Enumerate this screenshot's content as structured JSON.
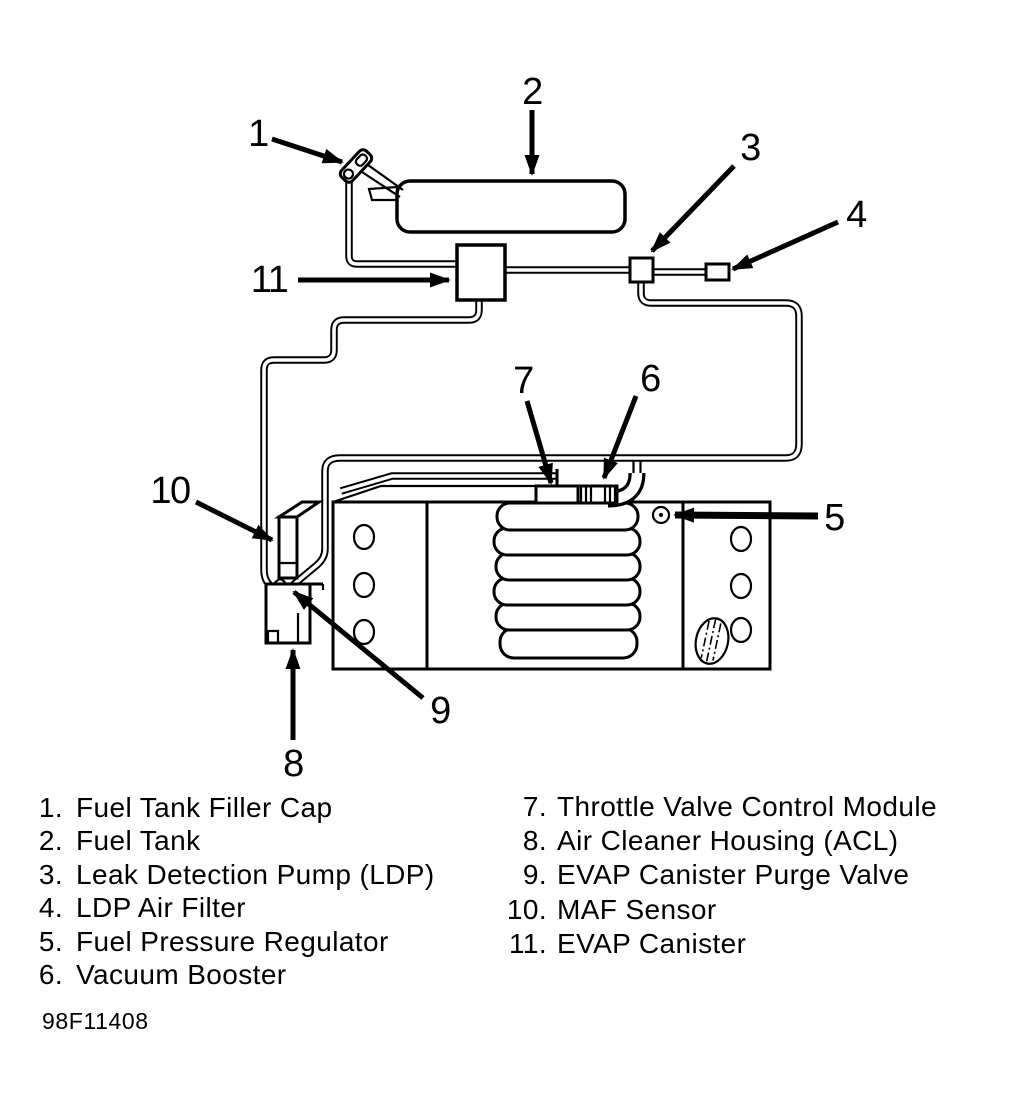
{
  "diagram": {
    "callout_numbers": [
      "1",
      "2",
      "3",
      "4",
      "5",
      "6",
      "7",
      "8",
      "9",
      "10",
      "11"
    ]
  },
  "legend": {
    "items": [
      {
        "num": "1.",
        "label": "Fuel Tank Filler Cap"
      },
      {
        "num": "2.",
        "label": "Fuel Tank"
      },
      {
        "num": "3.",
        "label": "Leak Detection Pump (LDP)"
      },
      {
        "num": "4.",
        "label": "LDP Air Filter"
      },
      {
        "num": "5.",
        "label": "Fuel Pressure Regulator"
      },
      {
        "num": "6.",
        "label": "Vacuum Booster"
      },
      {
        "num": "7.",
        "label": "Throttle Valve Control Module"
      },
      {
        "num": "8.",
        "label": "Air Cleaner Housing (ACL)"
      },
      {
        "num": "9.",
        "label": "EVAP Canister Purge Valve"
      },
      {
        "num": "10.",
        "label": "MAF Sensor"
      },
      {
        "num": "11.",
        "label": "EVAP Canister"
      }
    ]
  },
  "footer": {
    "code": "98F11408"
  }
}
